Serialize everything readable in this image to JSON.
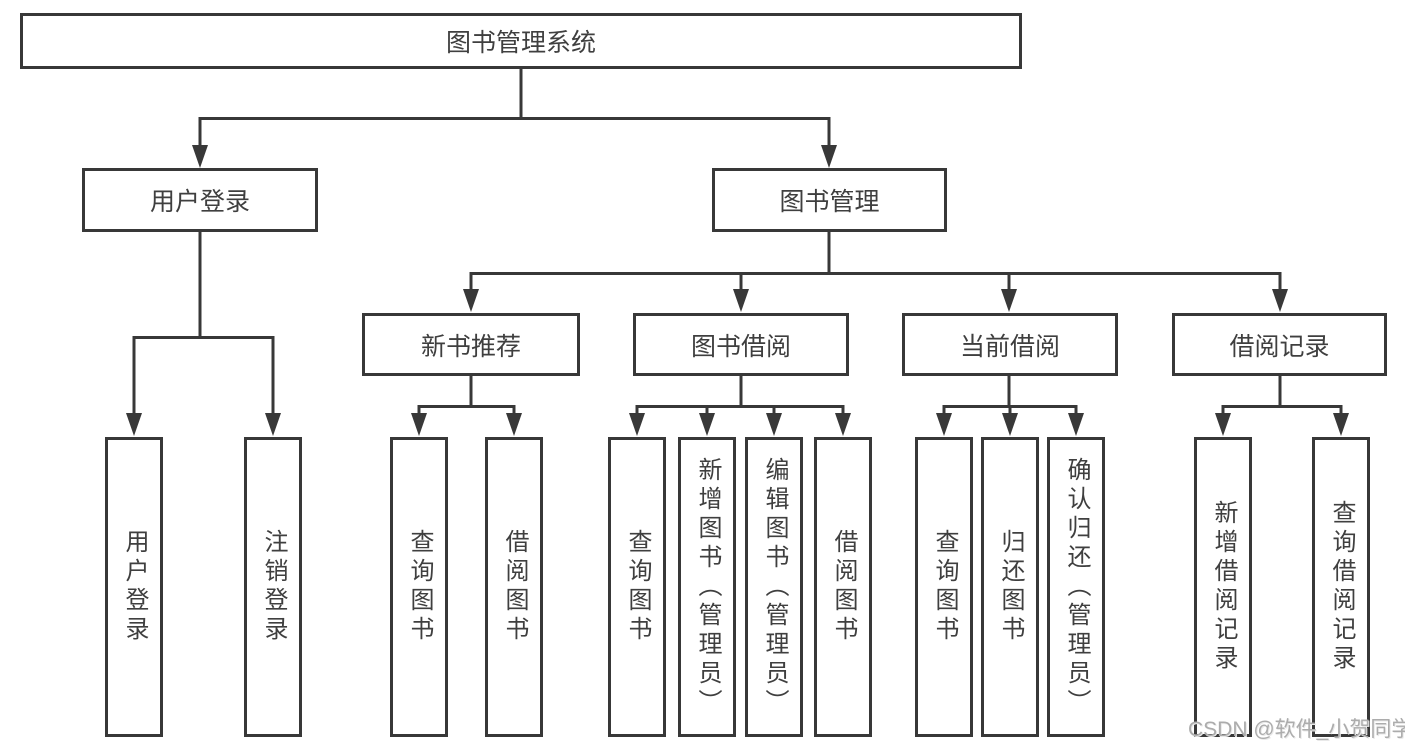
{
  "root": {
    "label": "图书管理系统"
  },
  "level1": [
    {
      "label": "用户登录"
    },
    {
      "label": "图书管理"
    }
  ],
  "level2": [
    {
      "label": "新书推荐"
    },
    {
      "label": "图书借阅"
    },
    {
      "label": "当前借阅"
    },
    {
      "label": "借阅记录"
    }
  ],
  "leaves": [
    {
      "label": "用户登录"
    },
    {
      "label": "注销登录"
    },
    {
      "label": "查询图书"
    },
    {
      "label": "借阅图书"
    },
    {
      "label": "查询图书"
    },
    {
      "label": "新增图书（管理员）"
    },
    {
      "label": "编辑图书（管理员）"
    },
    {
      "label": "借阅图书"
    },
    {
      "label": "查询图书"
    },
    {
      "label": "归还图书"
    },
    {
      "label": "确认归还（管理员）"
    },
    {
      "label": "新增借阅记录"
    },
    {
      "label": "查询借阅记录"
    }
  ],
  "watermark": "CSDN @软件_小贺同学",
  "colors": {
    "line": "#383838",
    "text": "#3f3f3f",
    "watermark": "#acacac",
    "background": "#ffffff"
  }
}
